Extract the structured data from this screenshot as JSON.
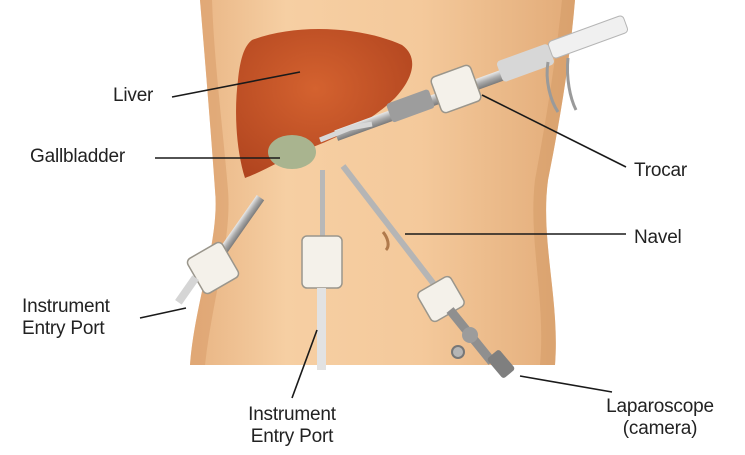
{
  "labels": {
    "liver": "Liver",
    "gallbladder": "Gallbladder",
    "trocar": "Trocar",
    "navel": "Navel",
    "instrument_port_left": {
      "line1": "Instrument",
      "line2": "Entry Port"
    },
    "instrument_port_bottom": {
      "line1": "Instrument",
      "line2": "Entry Port"
    },
    "laparoscope": {
      "line1": "Laparoscope",
      "line2": "(camera)"
    }
  },
  "colors": {
    "skin": "#f2c79a",
    "liver": "#c8552a",
    "gallbladder": "#a9b48f",
    "port": "#f4f1ea",
    "leader_line": "#1a1a1a"
  }
}
